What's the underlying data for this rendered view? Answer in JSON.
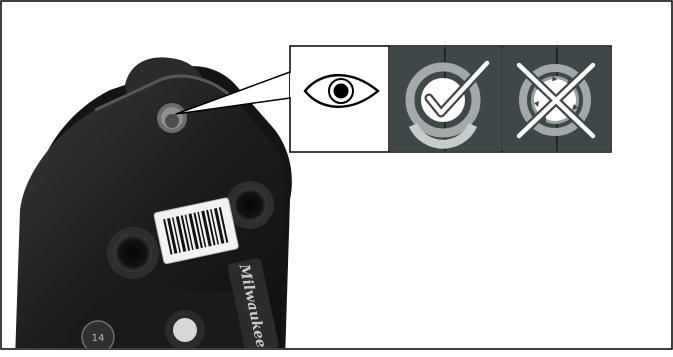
{
  "illustration": {
    "brand_logo_text": "Milwaukee",
    "stamped_size_marking": "14",
    "inspection_steps": [
      {
        "icon": "eye-icon",
        "meaning": "inspect"
      },
      {
        "icon": "check-mark-icon",
        "meaning": "ok"
      },
      {
        "icon": "x-mark-icon",
        "meaning": "not ok"
      }
    ]
  },
  "colors": {
    "frame_border": "#000000",
    "jaw_body": "#1f1f20",
    "panel_dark": "#3d4649",
    "ring_gray": "#a3a8aa",
    "ring_accent": "#c9cccd",
    "white": "#ffffff"
  }
}
